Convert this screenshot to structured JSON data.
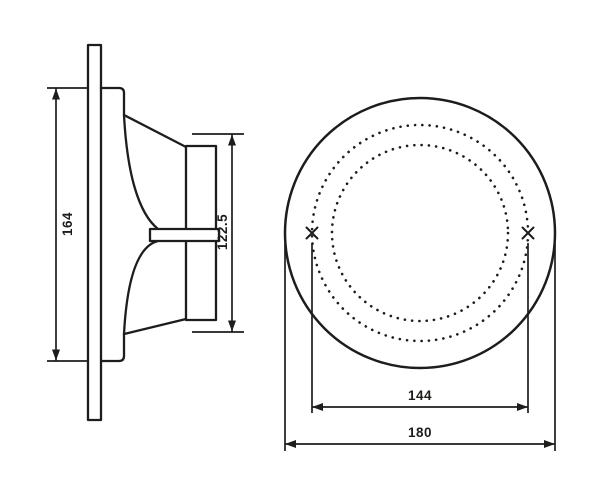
{
  "colors": {
    "background": "#ffffff",
    "line": "#1d1d1b"
  },
  "side_view": {
    "overall_height_label": "164",
    "body_height_label": "122.5"
  },
  "front_view": {
    "bolt_spacing_label": "144",
    "overall_diameter_label": "180"
  }
}
